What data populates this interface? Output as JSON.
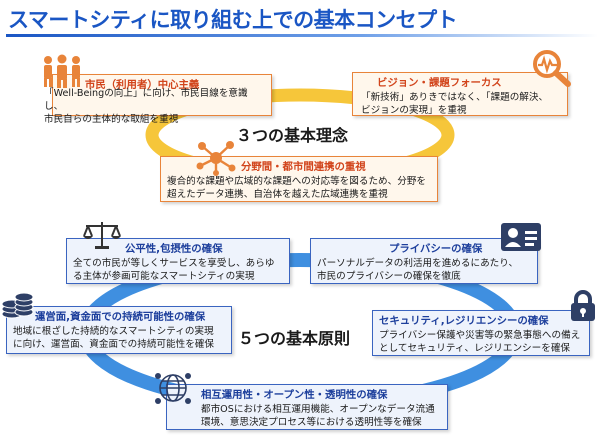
{
  "title": "スマートシティに取り組む上での基本コンセプト",
  "concepts": {
    "center": "３つの基本理念",
    "items": [
      {
        "heading": "市民（利用者）中心主義",
        "lines": [
          "「Well-Beingの向上」に向け、市民目線を意識し、",
          "市民自らの主体的な取組を重視"
        ],
        "icon": "people-icon"
      },
      {
        "heading": "ビジョン・課題フォーカス",
        "lines": [
          "「新技術」ありきではなく、「課題の解決、",
          "ビジョンの実現」を重視"
        ],
        "icon": "magnifier-pulse-icon"
      },
      {
        "heading": "分野間・都市間連携の重視",
        "lines": [
          "複合的な課題や広域的な課題への対応等を図るため、分野を",
          "超えたデータ連携、自治体を越えた広域連携を重視"
        ],
        "icon": "network-icon"
      }
    ]
  },
  "principles": {
    "center": "５つの基本原則",
    "items": [
      {
        "heading": "公平性,包摂性の確保",
        "lines": [
          "全ての市民が等しくサービスを享受し、あらゆ",
          "る主体が参画可能なスマートシティの実現"
        ],
        "icon": "scales-icon"
      },
      {
        "heading": "プライバシーの確保",
        "lines": [
          "パーソナルデータの利活用を進めるにあたり、",
          "市民のプライバシーの確保を徹底"
        ],
        "icon": "id-card-icon"
      },
      {
        "heading": "運営面,資金面での持続可能性の確保",
        "lines": [
          "地域に根ざした持続的なスマートシティの実現",
          "に向け、運営面、資金面での持続可能性を確保"
        ],
        "icon": "coins-icon"
      },
      {
        "heading": "セキュリティ,レジリエンシーの確保",
        "lines": [
          "プライバシー保護や災害等の緊急事態への備え",
          "としてセキュリティ、レジリエンシーを確保"
        ],
        "icon": "padlock-icon"
      },
      {
        "heading": "相互運用性・オープン性・透明性の確保",
        "lines": [
          "都市OSにおける相互運用機能、オープンなデータ流通",
          "環境、意思決定プロセス等における透明性等を確保"
        ],
        "icon": "globe-network-icon"
      }
    ]
  },
  "colors": {
    "title": "#1a56c4",
    "concept_ring": "#f6c63a",
    "concept_accent": "#e8843a",
    "principle_ring": "#3f8fe0",
    "principle_accent": "#3a64c0"
  }
}
